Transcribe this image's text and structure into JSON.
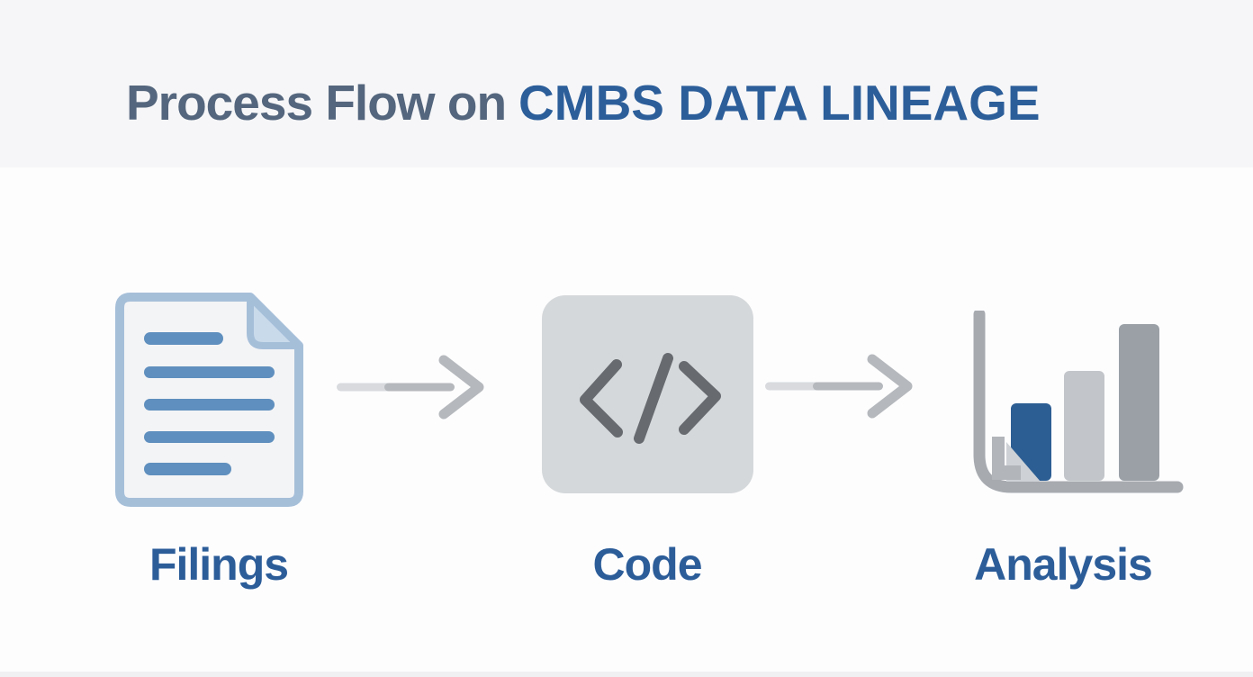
{
  "title": {
    "prefix": "Process Flow on",
    "emphasis": "CMBS DATA LINEAGE"
  },
  "stages": [
    {
      "id": "filings",
      "label": "Filings",
      "icon": "document-icon"
    },
    {
      "id": "code",
      "label": "Code",
      "icon": "code-icon"
    },
    {
      "id": "analysis",
      "label": "Analysis",
      "icon": "bar-chart-icon"
    }
  ],
  "connectors": [
    {
      "icon": "arrow-right-icon"
    },
    {
      "icon": "arrow-right-icon"
    }
  ],
  "colors": {
    "page_bg": "#fdfdfe",
    "band_bg": "#f6f6f8",
    "strip_bg": "#f0f0f3",
    "title_slate": "#54667d",
    "title_blue": "#2c5e9a",
    "label_blue": "#2c5d99",
    "doc_border": "#a6bfd9",
    "doc_fill": "#f3f4f6",
    "doc_fold": "#c9dbeb",
    "doc_line": "#5f8fbe",
    "code_bg": "#d5d8da",
    "code_glyph": "#676b70",
    "arrow_gray": "#b5b8bc",
    "arrow_gray_light": "#d8dadd",
    "axis_gray": "#a7abb0",
    "bar_blue": "#2d5e93",
    "bar_light_gray": "#c2c5c9",
    "bar_gray": "#9aa0a6",
    "artifact_gray": "#b2b5ba",
    "artifact_light": "#ced2d6"
  }
}
